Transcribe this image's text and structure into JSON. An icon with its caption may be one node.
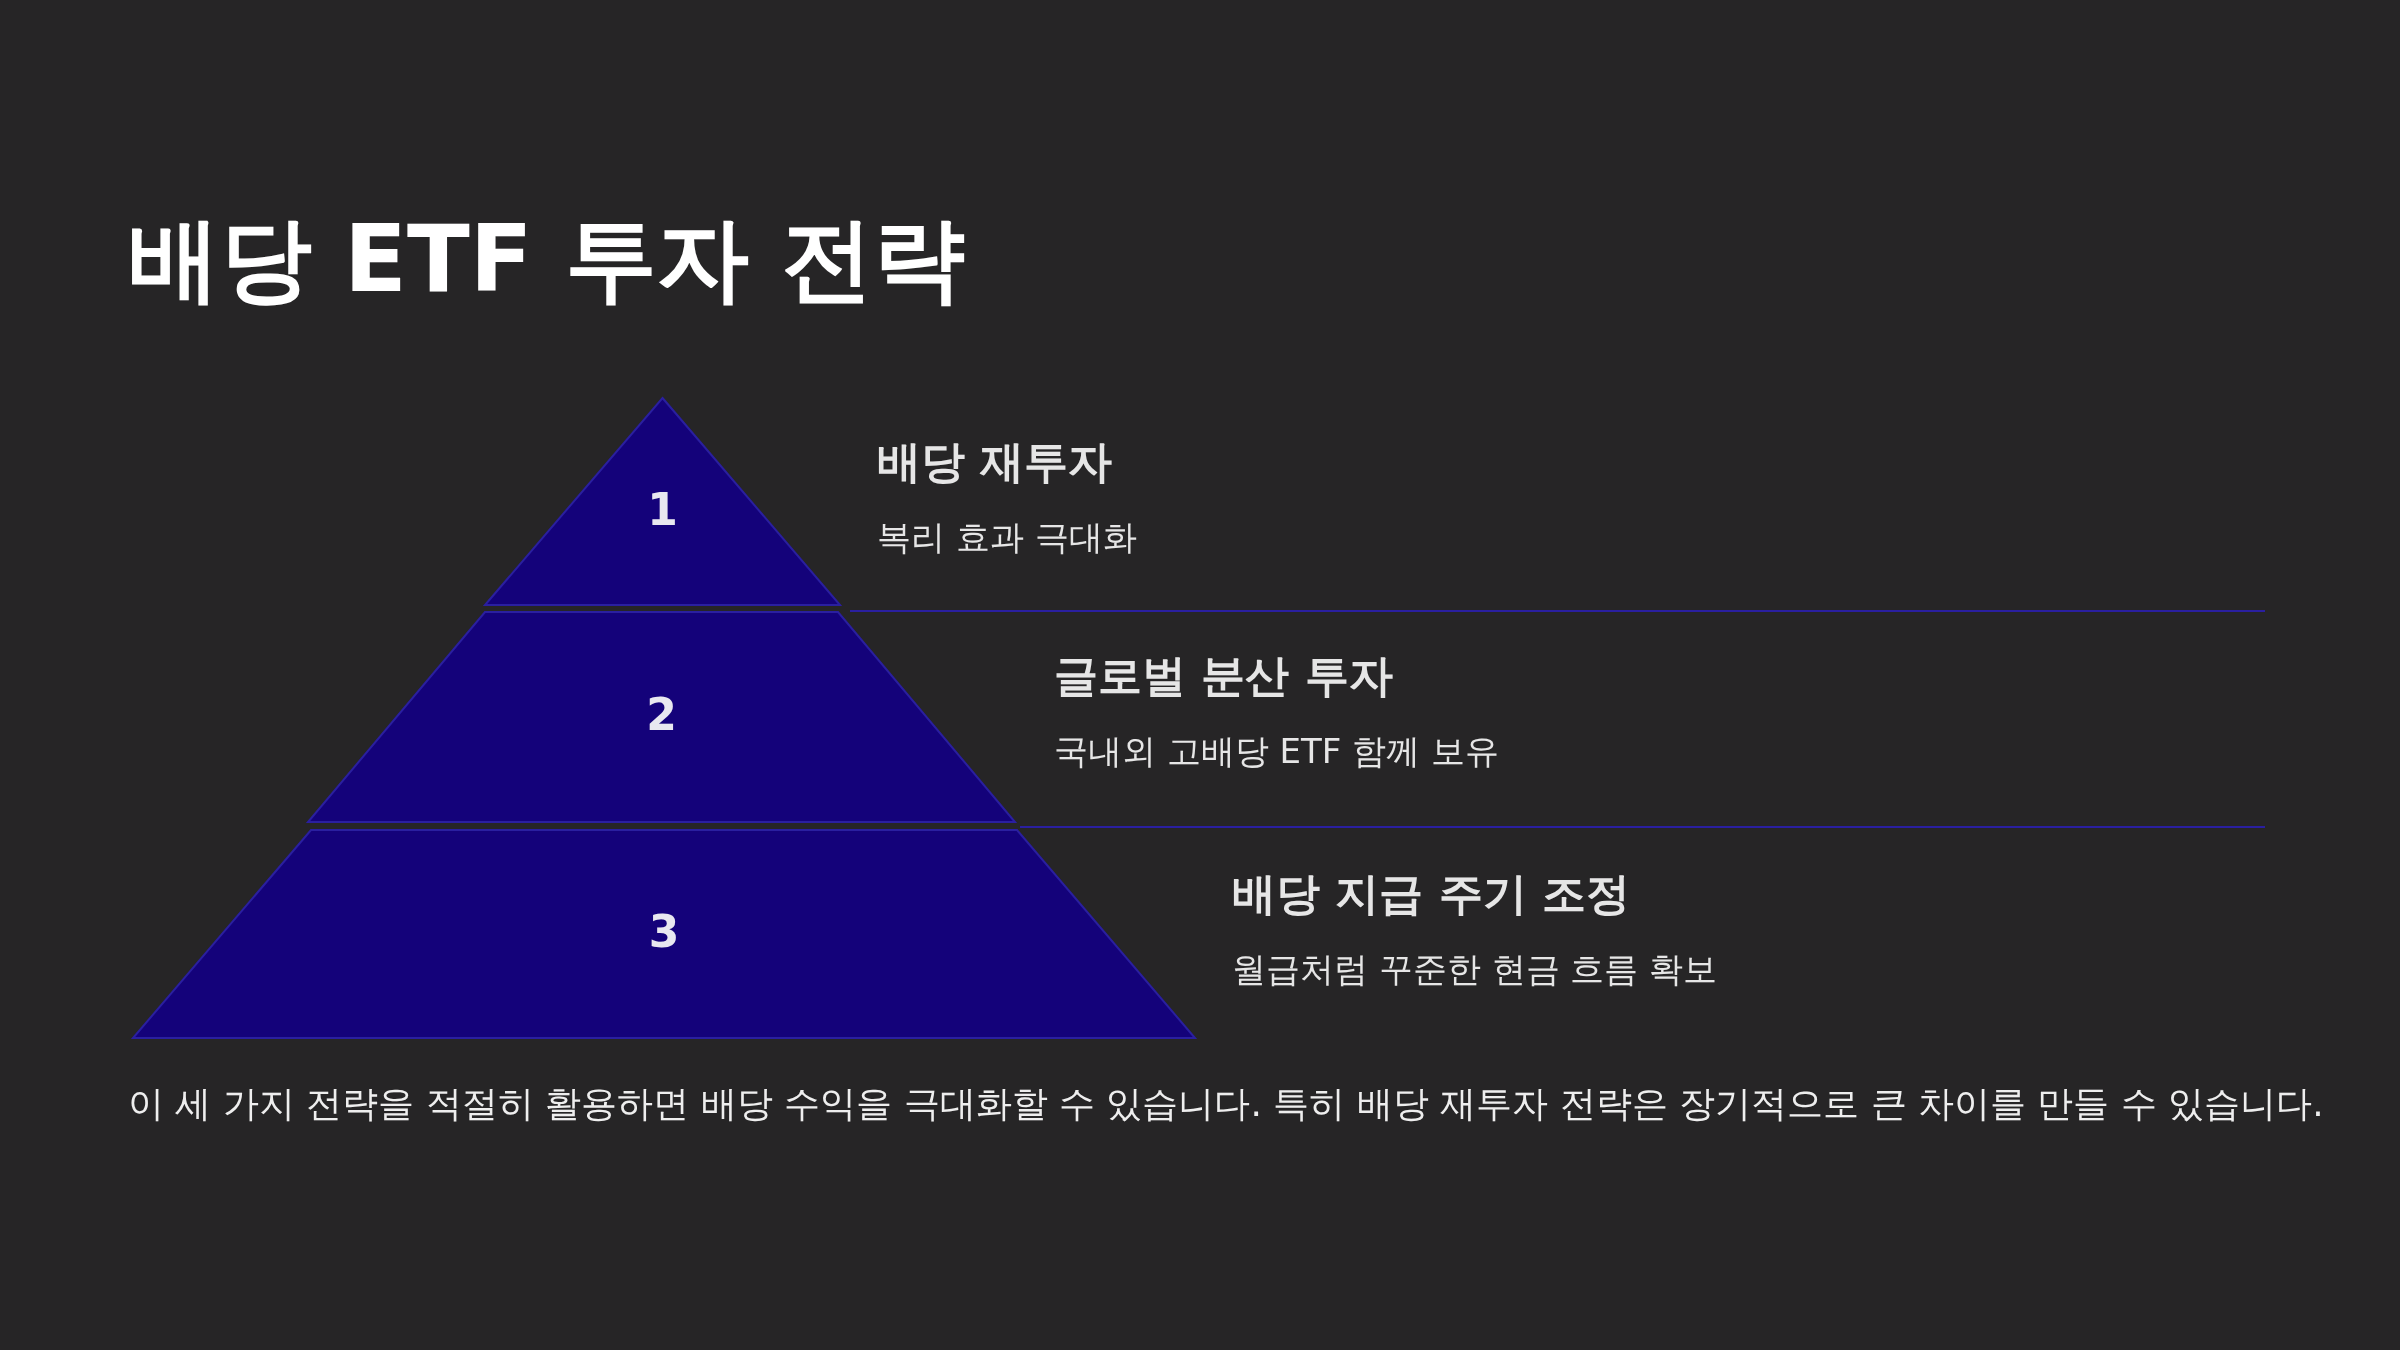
{
  "diagram": {
    "title": "배당 ETF 투자 전략",
    "nodes": [
      {
        "text": [
          "1"
        ],
        "beside": [
          "배당 재투자",
          "복리 효과 극대화"
        ]
      },
      {
        "text": [
          "2"
        ],
        "beside": [
          "글로벌 분산 투자",
          "국내외 고배당 ETF 함께 보유"
        ]
      },
      {
        "text": [
          "3"
        ],
        "beside": [
          "배당 지급 주기 조정",
          "월급처럼 꾸준한 현금 흐름 확보"
        ]
      }
    ],
    "edges": [],
    "caption": "이 세 가지 전략을 적절히 활용하면 배당 수익을 극대화할 수 있습니다. 특히 배당 재투자 전략은 장기적으로 큰 차이를 만들 수 있습니다."
  }
}
